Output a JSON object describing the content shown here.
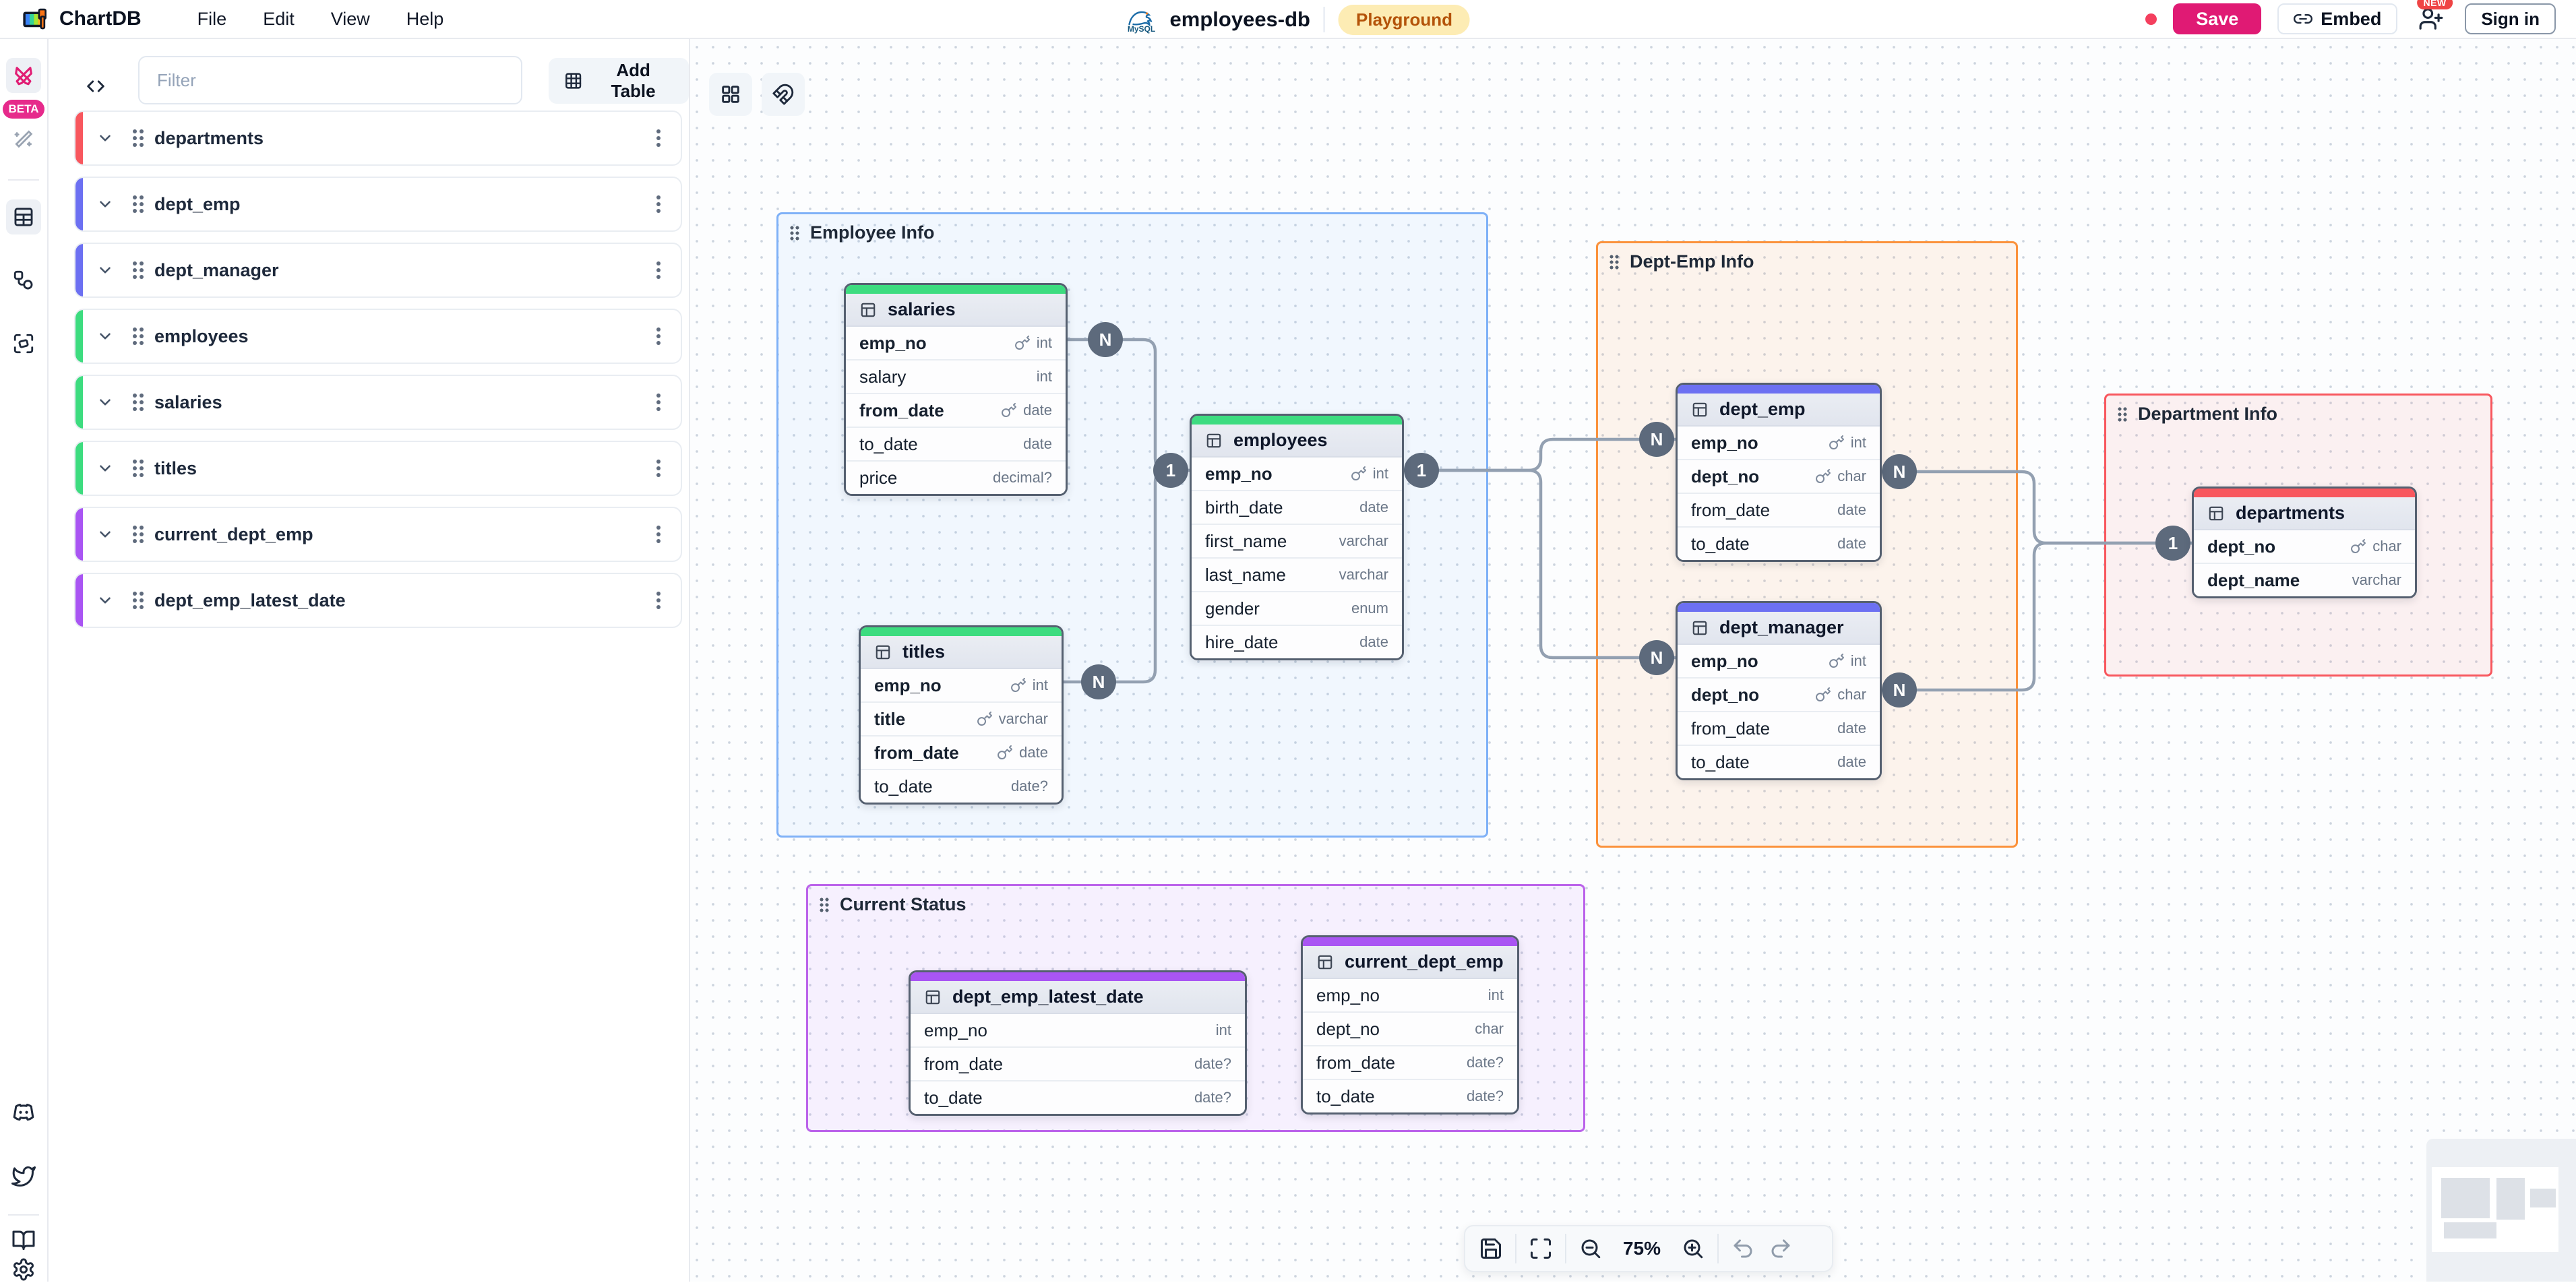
{
  "topbar": {
    "brand": "ChartDB",
    "menus": [
      "File",
      "Edit",
      "View",
      "Help"
    ],
    "database": {
      "engine": "MySQL",
      "name": "employees-db"
    },
    "environment_badge": "Playground",
    "unsaved_dot_color": "#f43f5e",
    "save_label": "Save",
    "save_color": "#e01a74",
    "embed_label": "Embed",
    "new_badge": "NEW",
    "signin_label": "Sign in"
  },
  "sidebar": {
    "beta_label": "BETA",
    "filter_placeholder": "Filter",
    "add_table_label": "Add Table",
    "tables": [
      {
        "name": "departments",
        "color": "#f8575e"
      },
      {
        "name": "dept_emp",
        "color": "#6c70f2"
      },
      {
        "name": "dept_manager",
        "color": "#6c70f2"
      },
      {
        "name": "employees",
        "color": "#3ddc7f"
      },
      {
        "name": "salaries",
        "color": "#3ddc7f"
      },
      {
        "name": "titles",
        "color": "#3ddc7f"
      },
      {
        "name": "current_dept_emp",
        "color": "#a955f3"
      },
      {
        "name": "dept_emp_latest_date",
        "color": "#a955f3"
      }
    ]
  },
  "canvas": {
    "groups": [
      {
        "title": "Employee Info",
        "border_color": "#7fb1f7"
      },
      {
        "title": "Dept-Emp Info",
        "border_color": "#fb923c"
      },
      {
        "title": "Department Info",
        "border_color": "#f8575e"
      },
      {
        "title": "Current Status",
        "border_color": "#bb63ea"
      }
    ],
    "tables": [
      {
        "name": "salaries",
        "strip": "#3ddc7f",
        "columns": [
          {
            "name": "emp_no",
            "type": "int",
            "pk": true
          },
          {
            "name": "salary",
            "type": "int"
          },
          {
            "name": "from_date",
            "type": "date",
            "pk": true
          },
          {
            "name": "to_date",
            "type": "date"
          },
          {
            "name": "price",
            "type": "decimal?"
          }
        ]
      },
      {
        "name": "employees",
        "strip": "#3ddc7f",
        "columns": [
          {
            "name": "emp_no",
            "type": "int",
            "pk": true
          },
          {
            "name": "birth_date",
            "type": "date"
          },
          {
            "name": "first_name",
            "type": "varchar"
          },
          {
            "name": "last_name",
            "type": "varchar"
          },
          {
            "name": "gender",
            "type": "enum"
          },
          {
            "name": "hire_date",
            "type": "date"
          }
        ]
      },
      {
        "name": "titles",
        "strip": "#3ddc7f",
        "columns": [
          {
            "name": "emp_no",
            "type": "int",
            "pk": true
          },
          {
            "name": "title",
            "type": "varchar",
            "pk": true
          },
          {
            "name": "from_date",
            "type": "date",
            "pk": true
          },
          {
            "name": "to_date",
            "type": "date?"
          }
        ]
      },
      {
        "name": "dept_emp",
        "strip": "#6c70f2",
        "columns": [
          {
            "name": "emp_no",
            "type": "int",
            "pk": true
          },
          {
            "name": "dept_no",
            "type": "char",
            "pk": true
          },
          {
            "name": "from_date",
            "type": "date"
          },
          {
            "name": "to_date",
            "type": "date"
          }
        ]
      },
      {
        "name": "dept_manager",
        "strip": "#6c70f2",
        "columns": [
          {
            "name": "emp_no",
            "type": "int",
            "pk": true
          },
          {
            "name": "dept_no",
            "type": "char",
            "pk": true
          },
          {
            "name": "from_date",
            "type": "date"
          },
          {
            "name": "to_date",
            "type": "date"
          }
        ]
      },
      {
        "name": "departments",
        "strip": "#f8575e",
        "columns": [
          {
            "name": "dept_no",
            "type": "char",
            "pk": true
          },
          {
            "name": "dept_name",
            "type": "varchar",
            "bold": true
          }
        ]
      },
      {
        "name": "dept_emp_latest_date",
        "strip": "#a955f3",
        "columns": [
          {
            "name": "emp_no",
            "type": "int"
          },
          {
            "name": "from_date",
            "type": "date?"
          },
          {
            "name": "to_date",
            "type": "date?"
          }
        ]
      },
      {
        "name": "current_dept_emp",
        "strip": "#a955f3",
        "columns": [
          {
            "name": "emp_no",
            "type": "int"
          },
          {
            "name": "dept_no",
            "type": "char"
          },
          {
            "name": "from_date",
            "type": "date?"
          },
          {
            "name": "to_date",
            "type": "date?"
          }
        ]
      }
    ],
    "relationships": [
      {
        "source": "salaries.emp_no",
        "source_cardinality": "N",
        "target": "employees.emp_no",
        "target_cardinality": "1"
      },
      {
        "source": "titles.emp_no",
        "source_cardinality": "N",
        "target": "employees.emp_no",
        "target_cardinality": "1"
      },
      {
        "source": "employees.emp_no",
        "source_cardinality": "1",
        "target": "dept_emp.emp_no",
        "target_cardinality": "N"
      },
      {
        "source": "employees.emp_no",
        "source_cardinality": "1",
        "target": "dept_manager.emp_no",
        "target_cardinality": "N"
      },
      {
        "source": "dept_emp.dept_no",
        "source_cardinality": "N",
        "target": "departments.dept_no",
        "target_cardinality": "1"
      },
      {
        "source": "dept_manager.dept_no",
        "source_cardinality": "N",
        "target": "departments.dept_no",
        "target_cardinality": "1"
      }
    ],
    "badge_labels": [
      "N",
      "N",
      "1",
      "1",
      "N",
      "N",
      "N",
      "N",
      "1"
    ],
    "toolbar": {
      "zoom_level": "75%"
    }
  },
  "icons": {
    "logo-icon": "chartdb-flag",
    "mysql-icon": "dolphin",
    "link-icon": "chain",
    "user-add-icon": "person-plus",
    "code-icon": "</>",
    "add-table-icon": "table-grid",
    "chevron-down-icon": "v",
    "drag-handle-icon": "::",
    "kebab-icon": "vertical-dots",
    "editor-icon": "crossed-pencils",
    "magic-wand-icon": "wand",
    "tables-icon": "table",
    "relationships-icon": "nodes",
    "dependencies-icon": "scan-box",
    "discord-icon": "discord",
    "twitter-icon": "bird",
    "docs-icon": "open-book",
    "settings-icon": "gear",
    "layout-grid-icon": "2x2-grid",
    "magnet-icon": "magnet",
    "save-icon": "floppy",
    "fullscreen-icon": "corners",
    "zoom-out-icon": "magnifier-minus",
    "zoom-in-icon": "magnifier-plus",
    "undo-icon": "curved-arrow-left",
    "redo-icon": "curved-arrow-right",
    "key-icon": "key"
  }
}
